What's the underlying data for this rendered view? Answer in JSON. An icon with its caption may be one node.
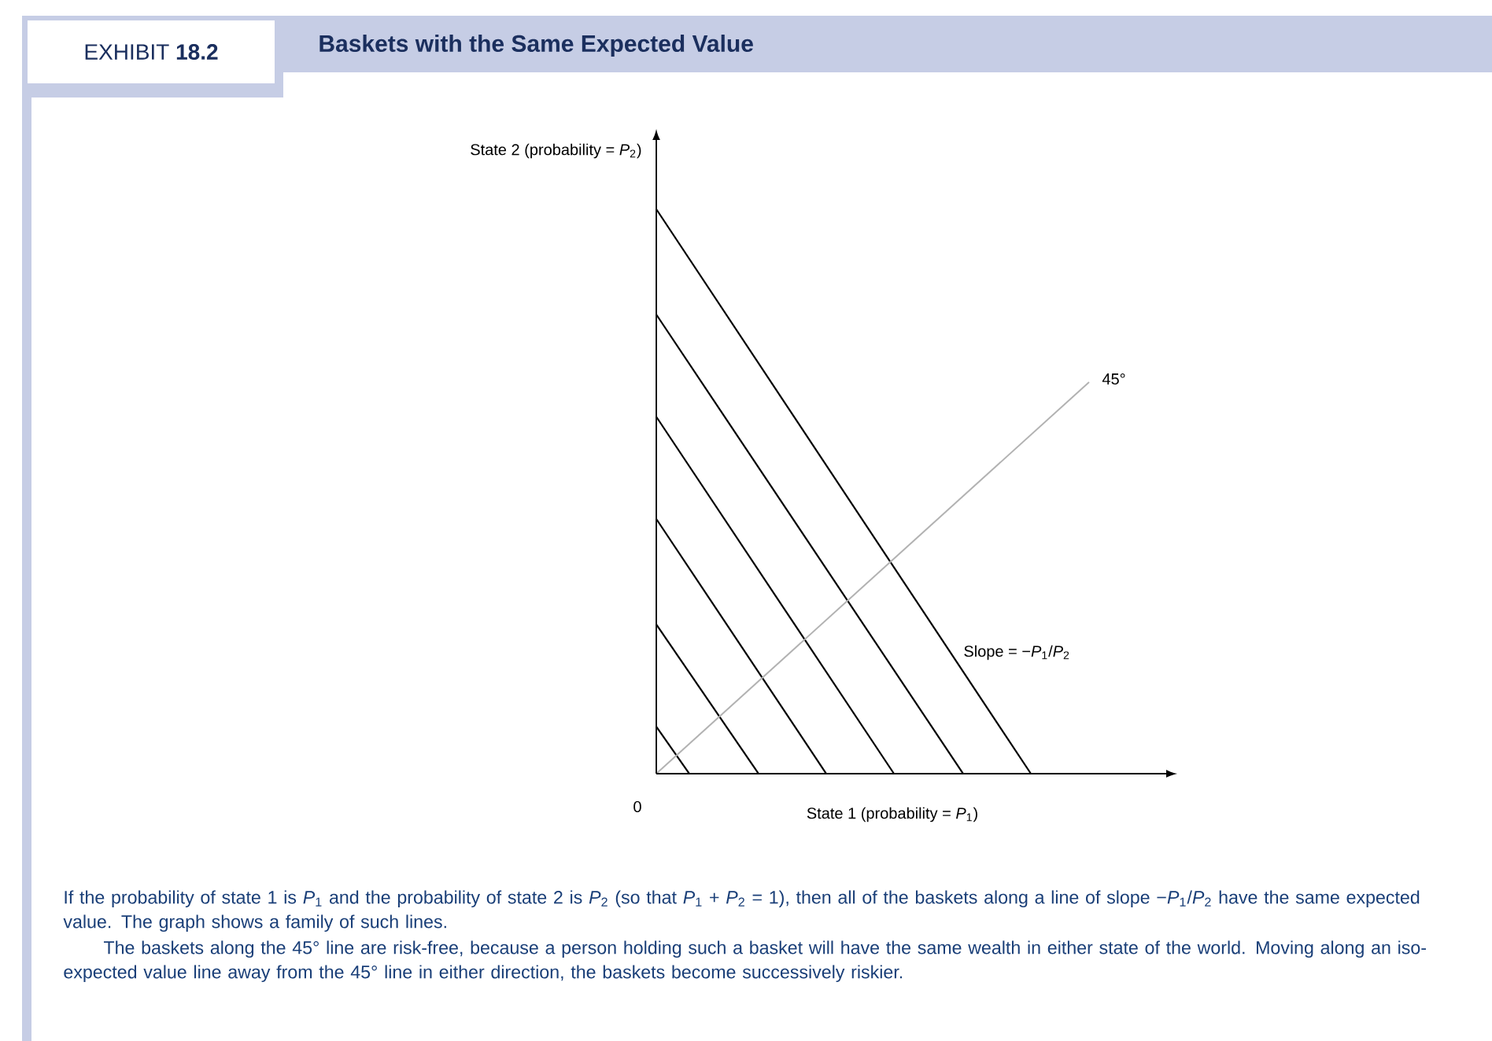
{
  "diagram": {
    "title": "Baskets with the Same Expected Value",
    "caption": "If the probability of state 1 is *P*$_{1}$ and the probability of state 2 is *P*$_{2}$ (so that *P*$_{1}$ + *P*$_{2}$ = 1), then all of the baskets along a line of slope −*P*$_{1}$/*P*$_{2}$ have the same expected value. The graph shows a family of such lines.",
    "labels": [
      "EXHIBIT **18.2**",
      "State 2 (probability = *P*$_{2}$)",
      "45°",
      "Slope = −*P*$_{1}$/*P*$_{2}$",
      "0",
      "State 1 (probability = *P*$_{1}$)",
      "The baskets along the 45° line are risk-free, because a person holding such a basket will have the same wealth in either state of the world. Moving along an iso-expected value line away from the 45° line in either direction, the baskets become successively riskier."
    ]
  }
}
